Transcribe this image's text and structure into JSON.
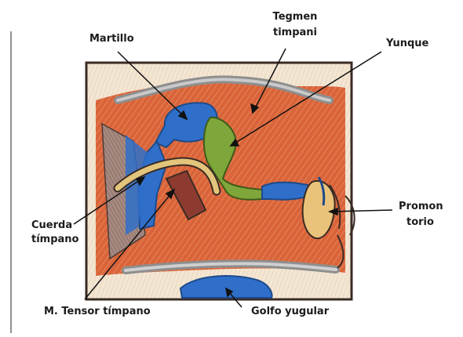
{
  "labels": {
    "martillo": "Martillo",
    "tegmen_1": "Tegmen",
    "tegmen_2": "timpani",
    "yunque": "Yunque",
    "promon_1": "Promon",
    "promon_2": "torio",
    "cuerda_1": "Cuerda",
    "cuerda_2": "tímpano",
    "tensor": "M. Tensor tímpano",
    "golfo": "Golfo yugular"
  },
  "colors": {
    "background_cavity": "#d9643a",
    "bone_wall": "#f1e3cf",
    "membrane_grey": "#a8a8a8",
    "malleus_blue": "#2f6fc9",
    "incus_green": "#7ea63a",
    "tensor_muscle": "#8d3b30",
    "label_text": "#1b1b1b"
  }
}
